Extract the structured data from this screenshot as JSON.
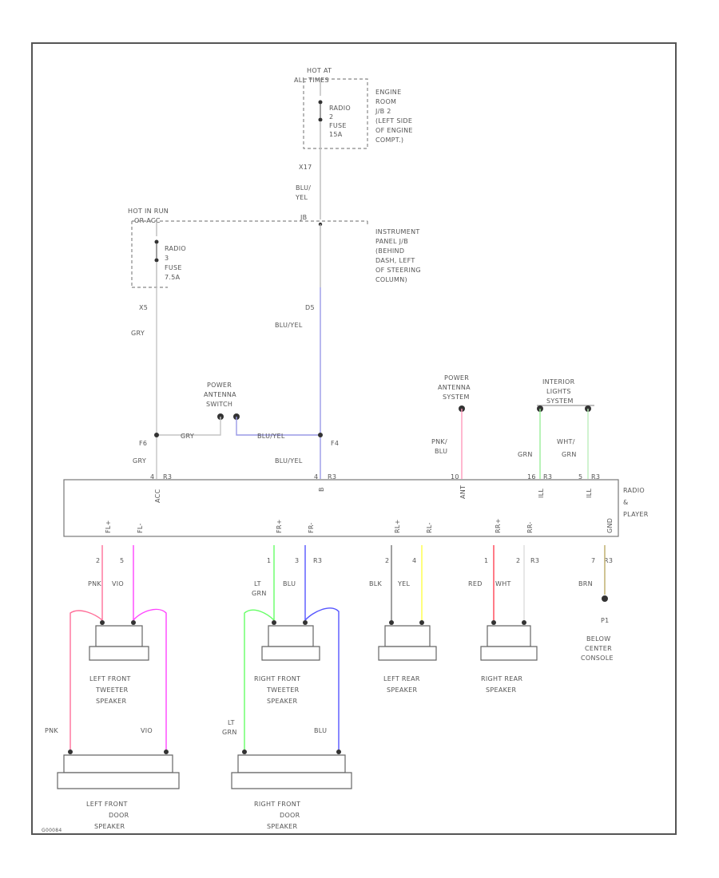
{
  "colors": {
    "gray": "#bbbbbb",
    "blue_yellow": "#9a9ae6",
    "pink": "#ff6f99",
    "violet": "#ff44ff",
    "light_green": "#66ff66",
    "green": "#99ee99",
    "white_green": "#bbeebb",
    "blue": "#5555ff",
    "black": "#777777",
    "yellow": "#ffff44",
    "red": "#ff4455",
    "white": "#dddddd",
    "brown": "#bbaa66",
    "pink_blue": "#ff99bb"
  },
  "labels": {
    "hot_at_top": "HOT AT",
    "hot_at_sub": "ALL TIMES",
    "radio2_fuse": [
      "RADIO",
      "2",
      "FUSE",
      "15A"
    ],
    "engine_jb": [
      "ENGINE",
      "ROOM",
      "J/B 2",
      "(LEFT SIDE",
      "OF ENGINE",
      "COMPT.)"
    ],
    "conn_top": "X17",
    "wire_top": [
      "BLU/",
      "YEL"
    ],
    "hot_run": "HOT IN RUN",
    "hot_run_sub": "OR ACC",
    "radio_fuse": [
      "RADIO",
      "3",
      "FUSE",
      "7.5A"
    ],
    "ip_jb": [
      "INSTRUMENT",
      "PANEL J/B",
      "(BEHIND",
      "DASH, LEFT",
      "OF STEERING",
      "COLUMN)"
    ],
    "jb_splice": "JB",
    "conn_left_mid": "X5",
    "wire_left_mid": "GRY",
    "conn_right_mid": "D5",
    "wire_right_mid": "BLU/YEL",
    "power_antenna_switch": [
      "POWER",
      "ANTENNA",
      "SWITCH"
    ],
    "wire_switch_left": "GRY",
    "wire_switch_right": "BLU/YEL",
    "conn_f6": "F6",
    "conn_f4": "F4",
    "wire_f6": "GRY",
    "wire_f4": "BLU/YEL",
    "power_antenna_system": [
      "POWER",
      "ANTENNA",
      "SYSTEM"
    ],
    "wire_pink_blu": [
      "PNK/",
      "BLU"
    ],
    "interior_lights": [
      "INTERIOR",
      "LIGHTS",
      "SYSTEM"
    ],
    "wire_grn": "GRN",
    "wire_wht_grn": [
      "WHT/",
      "GRN"
    ],
    "radio_top_pins": [
      "4",
      "R3",
      "4",
      "R3",
      "10",
      "16",
      "R3",
      "5",
      "R3"
    ],
    "radio_top_funcs": [
      "ACC",
      "B",
      "ANT",
      "ILL",
      "ILL"
    ],
    "radio_label": [
      "RADIO",
      "&",
      "PLAYER"
    ],
    "radio_bottom_funcs": [
      "FL+",
      "FL-",
      "FR+",
      "FR-",
      "RL+",
      "RL-",
      "RR+",
      "RR-",
      "GND"
    ],
    "pin_2": "2",
    "pin_5": "5",
    "pin_1": "1",
    "pin_3": "3",
    "pin_r3": "R3",
    "pin_4": "4",
    "pin_7": "7",
    "wire_pnk": "PNK",
    "wire_vio": "VIO",
    "wire_lt_grn": [
      "LT",
      "GRN"
    ],
    "wire_blu": "BLU",
    "wire_blk": "BLK",
    "wire_yel": "YEL",
    "wire_red": "RED",
    "wire_wht": "WHT",
    "wire_brn": "BRN",
    "ground": [
      "BELOW",
      "CENTER",
      "CONSOLE"
    ],
    "ground_id": "P1",
    "lf_tweeter": [
      "LEFT FRONT",
      "TWEETER",
      "SPEAKER"
    ],
    "rf_tweeter": [
      "RIGHT FRONT",
      "TWEETER",
      "SPEAKER"
    ],
    "left_rear": [
      "LEFT REAR",
      "SPEAKER"
    ],
    "right_rear": [
      "RIGHT REAR",
      "SPEAKER"
    ],
    "lf_door": [
      "LEFT FRONT",
      "DOOR",
      "SPEAKER"
    ],
    "rf_door": [
      "RIGHT FRONT",
      "DOOR",
      "SPEAKER"
    ],
    "wire_door_pnk": "PNK",
    "wire_door_vio": "VIO",
    "wire_door_lt_grn": [
      "LT",
      "GRN"
    ],
    "wire_door_blu": "BLU",
    "corner_id": "G00084"
  }
}
